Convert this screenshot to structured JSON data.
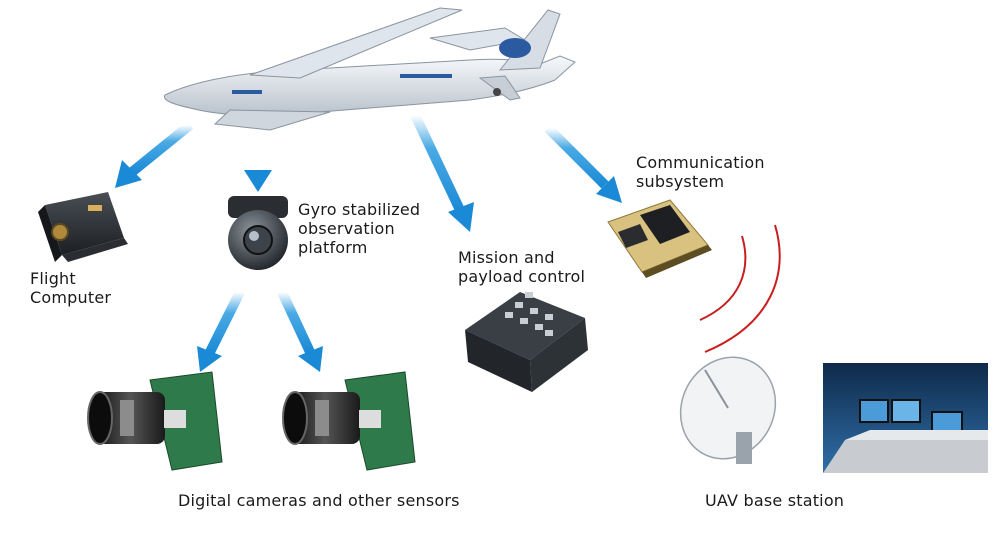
{
  "labels": {
    "flight_computer": [
      "Flight",
      "Computer"
    ],
    "gyro": [
      "Gyro stabilized",
      "observation",
      "platform"
    ],
    "mission": [
      "Mission and",
      "payload control"
    ],
    "comm": [
      "Communication",
      "subsystem"
    ],
    "cameras": "Digital cameras and other sensors",
    "base_station": "UAV base station"
  },
  "colors": {
    "arrow": "#2a9be0",
    "signal": "#c81e1e",
    "aircraft": "#e9eef4"
  }
}
